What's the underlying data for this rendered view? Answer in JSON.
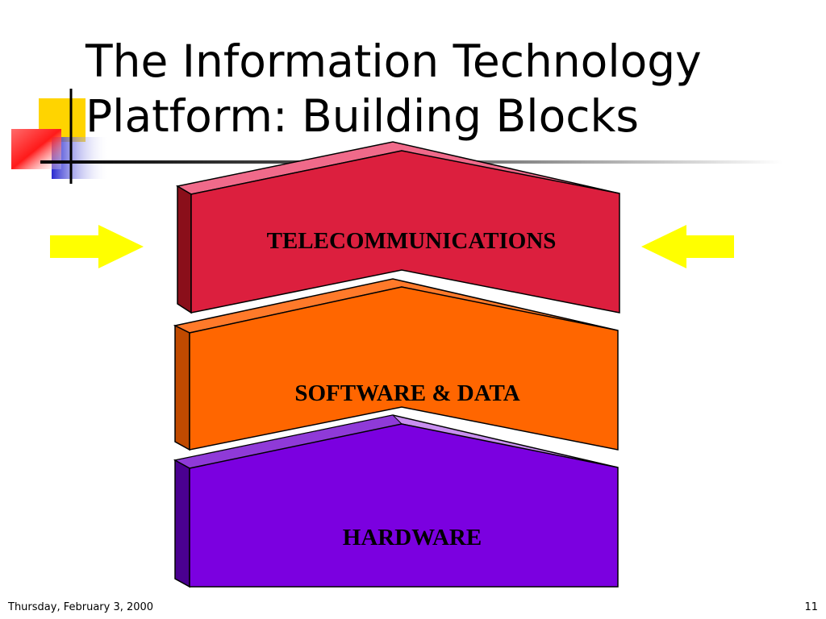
{
  "slide": {
    "title_line1": "The Information Technology",
    "title_line2": "Platform: Building Blocks",
    "footer_date": "Thursday, February 3, 2000",
    "page_number": "11"
  },
  "blocks": [
    {
      "label": "TELECOMMUNICATIONS",
      "color": "#dc1f3e"
    },
    {
      "label": "SOFTWARE & DATA",
      "color": "#ff6600"
    },
    {
      "label": "HARDWARE",
      "color": "#7b00e0"
    }
  ],
  "arrows": {
    "color": "#ffff00",
    "left": "arrow-right-icon",
    "right": "arrow-left-icon"
  },
  "decoration": {
    "colors": [
      "#ffd700",
      "#ff2020",
      "#3030c8"
    ]
  }
}
